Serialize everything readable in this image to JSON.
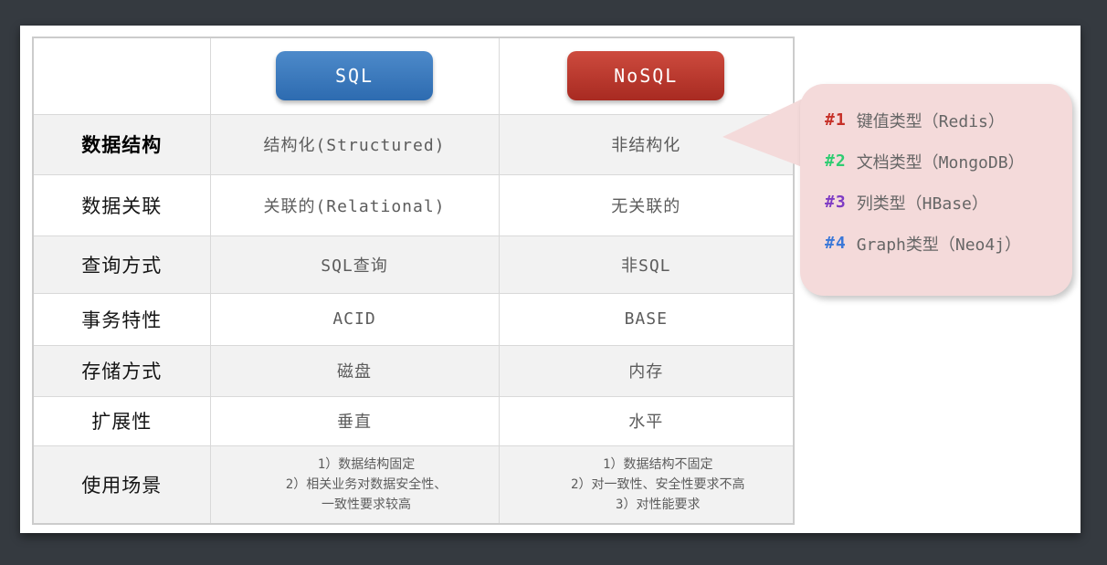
{
  "canvas": {
    "background_color": "#353a40",
    "card_color": "#ffffff"
  },
  "table": {
    "header": {
      "sql_label": "SQL",
      "nosql_label": "NoSQL",
      "sql_color": "#3a77b9",
      "nosql_color": "#bb362a"
    },
    "rows": [
      {
        "label": "数据结构",
        "sql": "结构化(Structured)",
        "nosql": "非结构化"
      },
      {
        "label": "数据关联",
        "sql": "关联的(Relational)",
        "nosql": "无关联的"
      },
      {
        "label": "查询方式",
        "sql": "SQL查询",
        "nosql": "非SQL"
      },
      {
        "label": "事务特性",
        "sql": "ACID",
        "nosql": "BASE"
      },
      {
        "label": "存储方式",
        "sql": "磁盘",
        "nosql": "内存"
      },
      {
        "label": "扩展性",
        "sql": "垂直",
        "nosql": "水平"
      },
      {
        "label": "使用场景",
        "sql_lines": [
          "1）数据结构固定",
          "2）相关业务对数据安全性、",
          "一致性要求较高"
        ],
        "nosql_lines": [
          "1）数据结构不固定",
          "2）对一致性、安全性要求不高",
          "3）对性能要求"
        ]
      }
    ]
  },
  "callout": {
    "background_color": "#f4dada",
    "items": [
      {
        "tag": "#1",
        "tag_color": "#c62f27",
        "text": "键值类型（Redis）"
      },
      {
        "tag": "#2",
        "tag_color": "#2ecc71",
        "text": "文档类型（MongoDB）"
      },
      {
        "tag": "#3",
        "tag_color": "#7e3bc4",
        "text": "列类型（HBase）"
      },
      {
        "tag": "#4",
        "tag_color": "#3b78d8",
        "text": "Graph类型（Neo4j）"
      }
    ]
  }
}
